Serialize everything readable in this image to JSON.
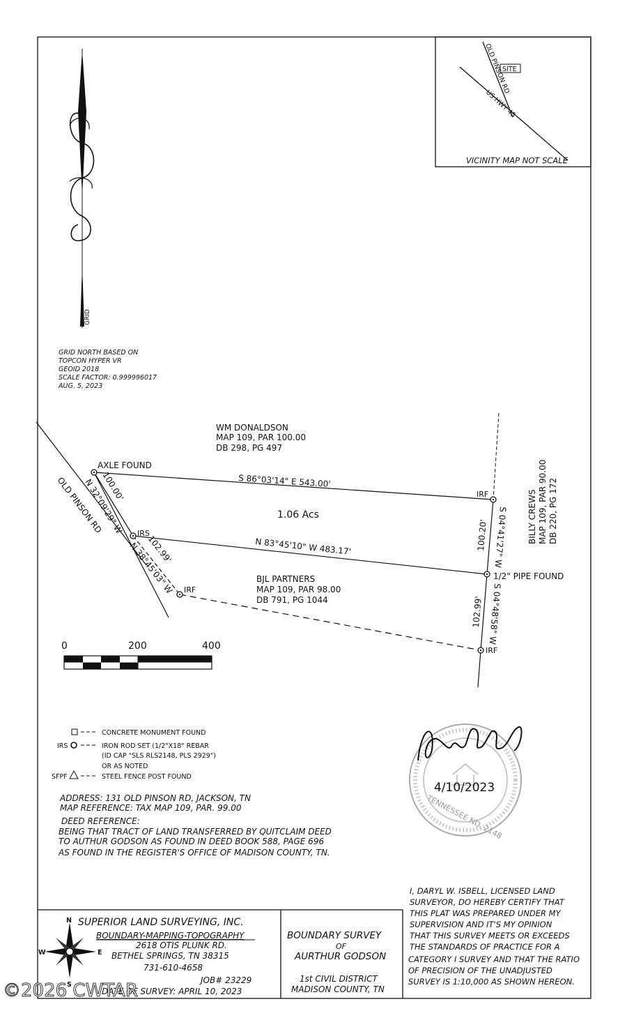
{
  "north_arrow": {
    "label": "GRID"
  },
  "grid_note": [
    "GRID NORTH BASED ON",
    "TOPCON HYPER VR",
    "GEOID 2018",
    "SCALE FACTOR: 0.999996017",
    "AUG. 5, 2023"
  ],
  "vicinity": {
    "title": "VICINITY MAP NOT SCALE",
    "site": "SITE",
    "road1": "OLD PINSON RD",
    "road2": "US HWY 45"
  },
  "parcels": {
    "north": [
      "WM DONALDSON",
      "MAP 109, PAR 100.00",
      "DB 298, PG 497"
    ],
    "east": [
      "BILLY CREWS",
      "MAP 109, PAR 90.00",
      "DB 220, PG 172"
    ],
    "south": [
      "BJL PARTNERS",
      "MAP 109, PAR 98.00",
      "DB 791, PG 1044"
    ]
  },
  "road_label": "OLD PINSON RD",
  "area": "1.06 Acs",
  "corners": {
    "axle": "AXLE FOUND",
    "irf_ne": "IRF",
    "irs": "IRS",
    "pipe": "1/2\" PIPE FOUND",
    "irf_sw": "IRF",
    "irf_se": "IRF"
  },
  "bearings": {
    "north_line": "S 86°03'14\" E  543.00'",
    "middle_line": "N 83°45'10\" W  483.17'",
    "west_upper_bearing": "N 32°09'29\" W",
    "west_upper_dist": "100.00'",
    "west_lower_bearing": "N 38°45'03\" W",
    "west_lower_dist": "102.99'",
    "east_upper_bearing": "S 04°41'27\" W",
    "east_upper_dist": "100.20'",
    "east_lower_bearing": "S 04°48'58\" W",
    "east_lower_dist": "102.99'"
  },
  "scale_bar": {
    "ticks": [
      "0",
      "200",
      "400"
    ]
  },
  "legend": {
    "concrete": "CONCRETE MONUMENT FOUND",
    "irs_prefix": "IRS",
    "irs_lines": [
      "IRON ROD SET (1/2\"X18\" REBAR",
      "(ID CAP \"SLS RLS2148, PLS 2929\")",
      "OR AS NOTED"
    ],
    "sfpf_prefix": "SFPF",
    "sfpf": "STEEL FENCE POST FOUND"
  },
  "info": {
    "address": "ADDRESS: 131 OLD PINSON RD, JACKSON, TN",
    "map_ref": "MAP REFERENCE: TAX MAP 109, PAR. 99.00",
    "deed_title": "DEED REFERENCE:",
    "deed_lines": [
      "BEING THAT TRACT OF LAND TRANSFERRED BY QUITCLAIM DEED",
      "TO AUTHUR GODSON AS FOUND IN DEED BOOK 588, PAGE 696",
      "AS FOUND IN THE REGISTER'S OFFICE OF MADISON COUNTY, TN."
    ]
  },
  "seal": {
    "date": "4/10/2023",
    "ring_text": "TENNESSEE NO. 2148"
  },
  "certification": [
    "I, DARYL W. ISBELL, LICENSED LAND",
    "SURVEYOR, DO HEREBY CERTIFY THAT",
    "THIS PLAT WAS PREPARED UNDER MY",
    "SUPERVISION AND IT'S MY OPINION",
    "THAT THIS SURVEY MEETS OR EXCEEDS",
    "THE STANDARDS OF PRACTICE FOR A",
    "CATEGORY I SURVEY AND THAT THE RATIO",
    "OF PRECISION OF THE UNADJUSTED",
    "SURVEY IS 1:10,000 AS SHOWN HEREON."
  ],
  "title_block": {
    "company": "SUPERIOR LAND SURVEYING, INC.",
    "tagline": "BOUNDARY-MAPPING-TOPOGRAPHY",
    "address1": "2618 OTIS PLUNK RD.",
    "address2": "BETHEL SPRINGS, TN 38315",
    "phone": "731-610-4658",
    "job": "JOB# 23229",
    "date": "DATE OF SURVEY: APRIL 10, 2023",
    "compass": {
      "n": "N",
      "s": "S",
      "e": "E",
      "w": "W"
    },
    "survey_title": [
      "BOUNDARY SURVEY",
      "OF",
      "AURTHUR GODSON"
    ],
    "district": [
      "1st CIVIL DISTRICT",
      "MADISON COUNTY, TN"
    ]
  },
  "watermark": "©2026 CWTAR"
}
